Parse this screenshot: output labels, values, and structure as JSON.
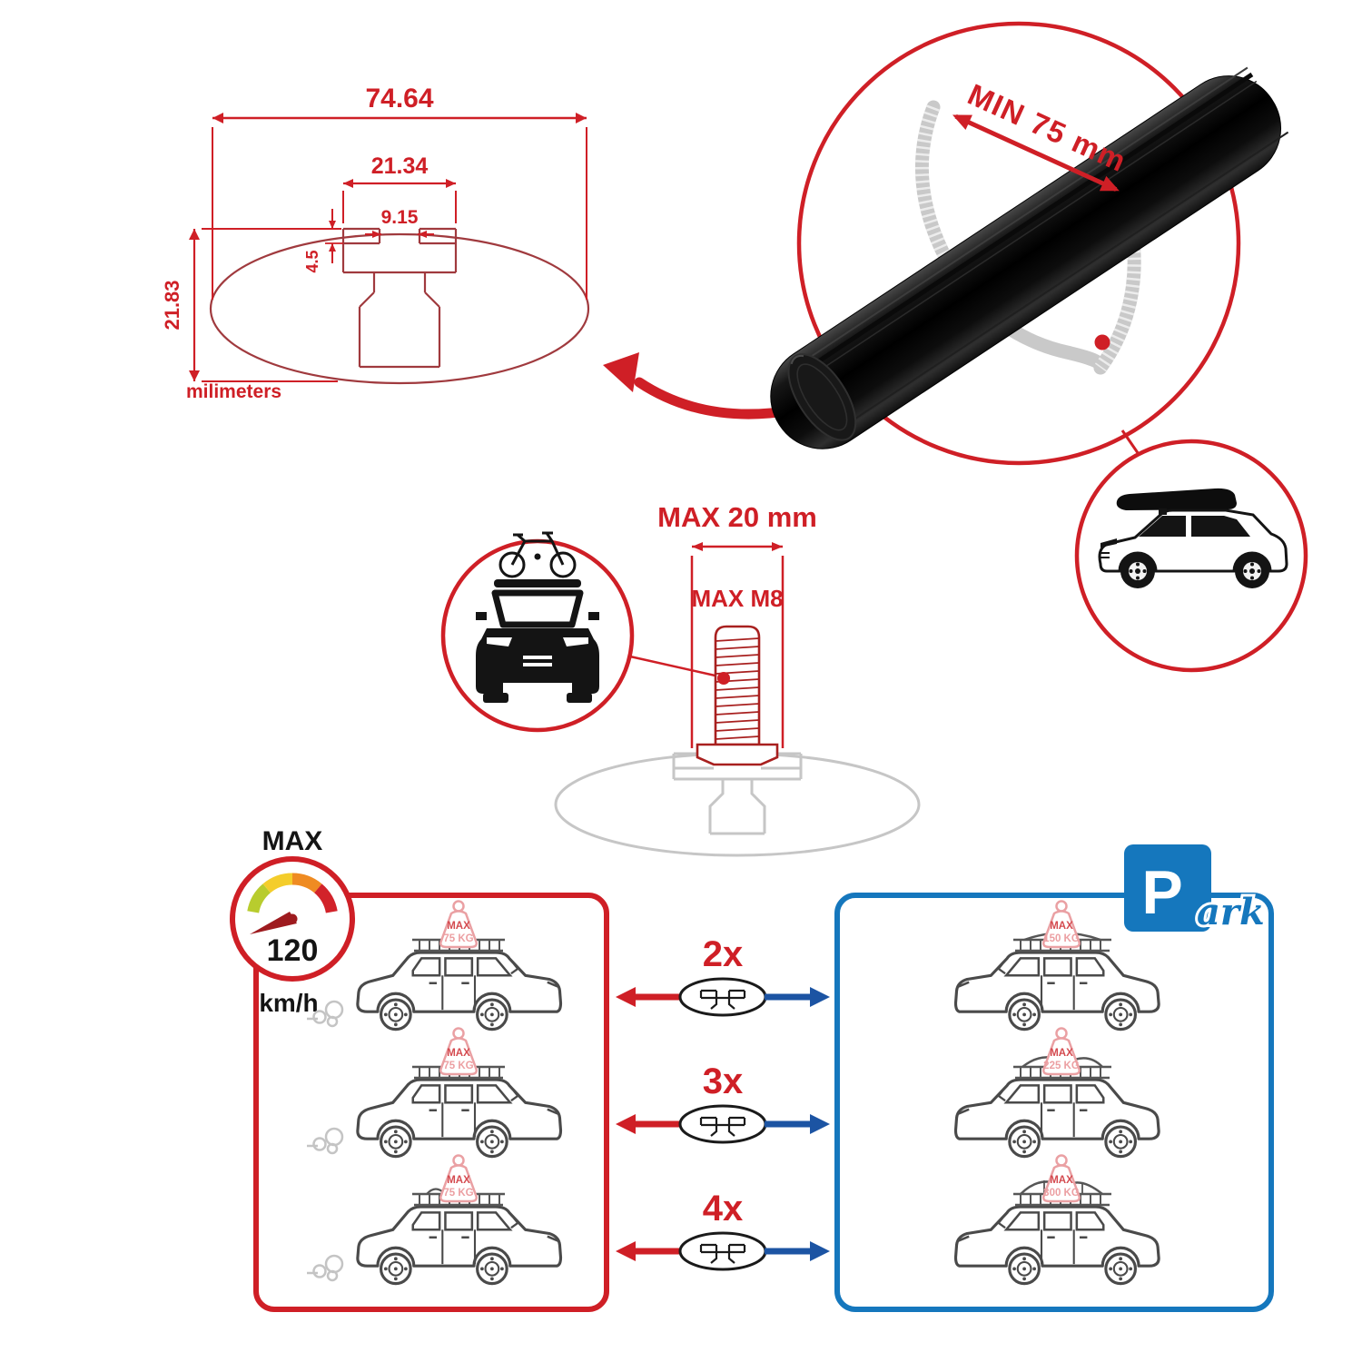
{
  "tech_drawing": {
    "dim_total_width": "74.64",
    "dim_slot_outer": "21.34",
    "dim_slot_inner": "9.15",
    "dim_lip_height": "4.5",
    "dim_profile_height": "21.83",
    "unit_label": "milimeters"
  },
  "crossbar_detail": {
    "min_clamp_span": "MIN 75 mm"
  },
  "bolt_detail": {
    "max_width": "MAX 20 mm",
    "max_thread": "MAX M8"
  },
  "speed_limit": {
    "label": "MAX",
    "value": "120",
    "unit": "km/h"
  },
  "park_sign": {
    "letter": "P",
    "suffix": "ark"
  },
  "load_rows": [
    {
      "multiplier": "2x",
      "left_tag": {
        "line1": "MAX",
        "line2": "75 KG"
      },
      "right_tag": {
        "line1": "MAX",
        "line2": "150 KG"
      }
    },
    {
      "multiplier": "3x",
      "left_tag": {
        "line1": "MAX",
        "line2": "75 KG"
      },
      "right_tag": {
        "line1": "MAX",
        "line2": "225 KG"
      }
    },
    {
      "multiplier": "4x",
      "left_tag": {
        "line1": "MAX",
        "line2": "75 KG"
      },
      "right_tag": {
        "line1": "MAX",
        "line2": "300 KG"
      }
    }
  ],
  "colors": {
    "red": "#cf1f26",
    "dark_red": "#9e1b1f",
    "profile_red": "#a03a3e",
    "tag_pink": "#eaa0a3",
    "blue_park": "#1577bd",
    "blue_arrow": "#1c54a3",
    "black": "#141414",
    "gray": "#c6c6c6",
    "gauge_colors": [
      "#b8cc2e",
      "#f4cd2b",
      "#ef8b22",
      "#d2232a"
    ]
  }
}
